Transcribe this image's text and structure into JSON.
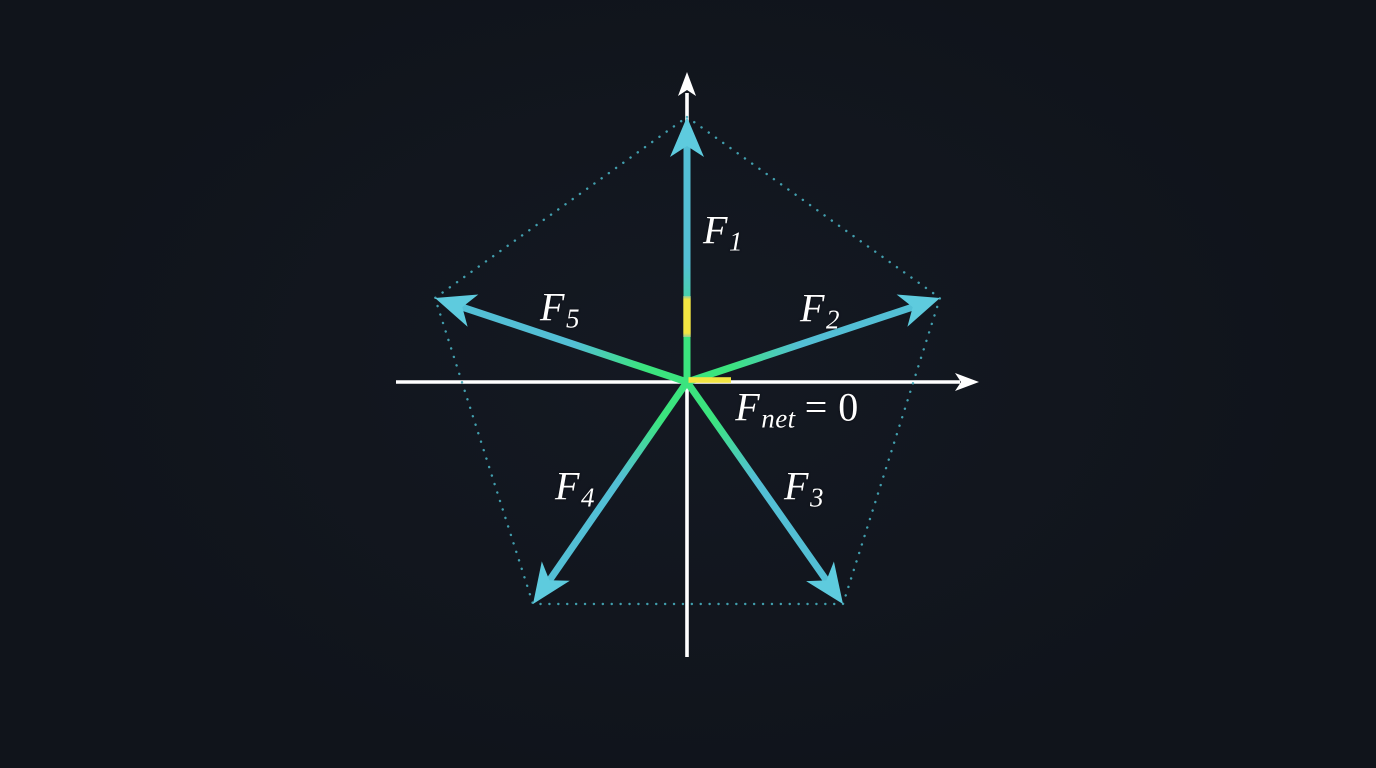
{
  "scene": {
    "background_color": "#10141b",
    "axis_color": "#ffffff",
    "vector_color": "#53bfd5",
    "vector_head_color": "#5ecbde",
    "origin_glow_color": "#3be47e",
    "partial_sum_color": "#f3e542",
    "pentagon_dot_color": "#45a5b5",
    "label_color": "#ffffff"
  },
  "vectors": [
    {
      "name": "F1",
      "label_main": "F",
      "label_sub": "1",
      "angle_deg": 90
    },
    {
      "name": "F2",
      "label_main": "F",
      "label_sub": "2",
      "angle_deg": 18
    },
    {
      "name": "F3",
      "label_main": "F",
      "label_sub": "3",
      "angle_deg": -54
    },
    {
      "name": "F4",
      "label_main": "F",
      "label_sub": "4",
      "angle_deg": -126
    },
    {
      "name": "F5",
      "label_main": "F",
      "label_sub": "5",
      "angle_deg": 162
    }
  ],
  "net_label": {
    "main": "F",
    "sub": "net",
    "rest": "= 0"
  }
}
